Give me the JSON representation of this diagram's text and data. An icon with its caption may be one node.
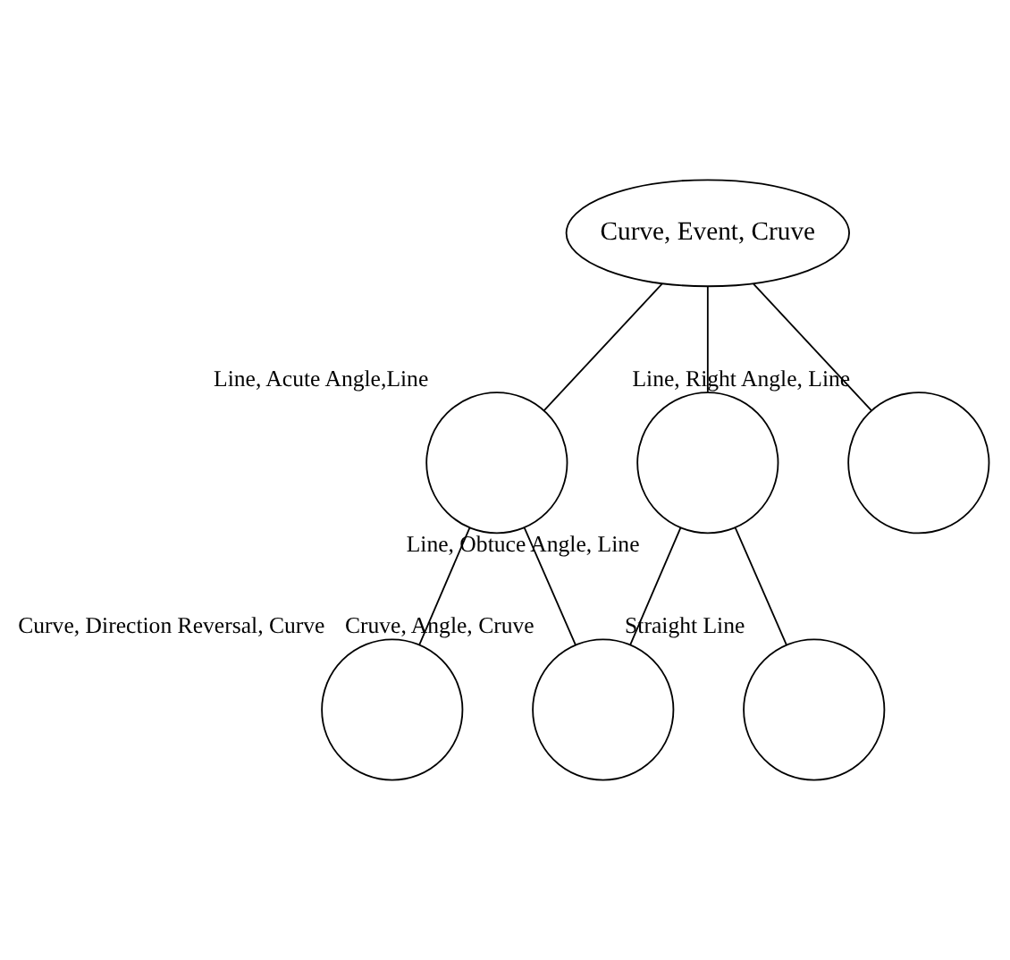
{
  "diagram": {
    "nodes": [
      {
        "text": [
          "Curve, Event, Cruve"
        ]
      },
      {
        "text": [],
        "shape": "circle",
        "beside": [
          "Line, Acute Angle,Line"
        ]
      },
      {
        "text": [],
        "shape": "circle",
        "beside": [
          "Line, Obtuce Angle, Line"
        ]
      },
      {
        "text": [],
        "shape": "circle",
        "beside": [
          "Line, Right Angle, Line"
        ]
      },
      {
        "text": [],
        "shape": "circle",
        "beside": [
          "Curve, Direction Reversal, Curve"
        ]
      },
      {
        "text": [],
        "shape": "circle",
        "beside": [
          "Cruve, Angle, Cruve"
        ]
      },
      {
        "text": [],
        "shape": "circle",
        "beside": [
          "Straight Line"
        ]
      }
    ],
    "edges": [
      {
        "from": 0,
        "to": 1,
        "arrow": "none"
      },
      {
        "from": 0,
        "to": 2,
        "arrow": "none"
      },
      {
        "from": 0,
        "to": 3,
        "arrow": "none"
      },
      {
        "from": 1,
        "to": 4,
        "arrow": "none"
      },
      {
        "from": 1,
        "to": 5,
        "arrow": "none"
      },
      {
        "from": 2,
        "to": 5,
        "arrow": "none"
      },
      {
        "from": 2,
        "to": 6,
        "arrow": "none"
      }
    ]
  }
}
